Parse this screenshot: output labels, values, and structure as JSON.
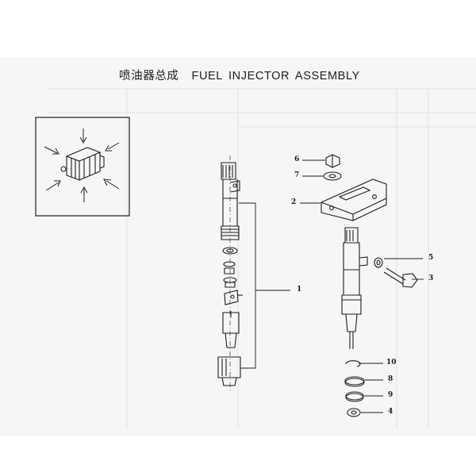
{
  "document": {
    "title_cn": "喷油器总成",
    "title_en": "FUEL INJECTOR ASSEMBLY"
  },
  "callouts": {
    "c1": "1",
    "c2": "2",
    "c3": "3",
    "c4": "4",
    "c5": "5",
    "c6": "6",
    "c7": "7",
    "c8": "8",
    "c9": "9",
    "c10": "10"
  },
  "colors": {
    "ink": "#1d1d1d",
    "paper": "#f6f6f4"
  }
}
